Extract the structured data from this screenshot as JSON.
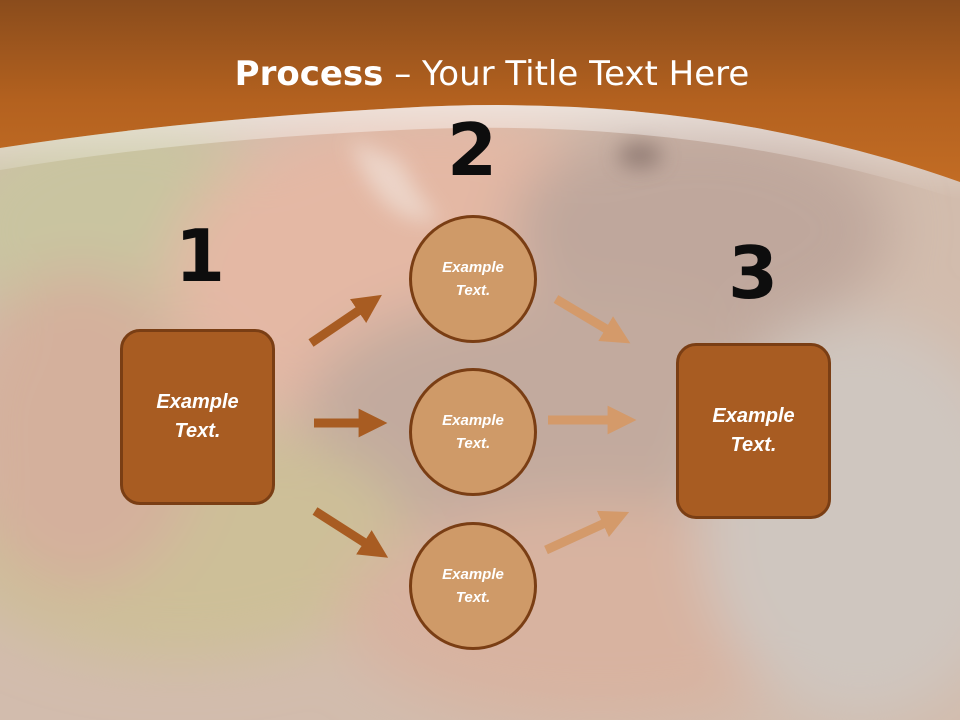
{
  "title": {
    "bold": "Process",
    "dash": " – ",
    "rest": "Your Title Text Here"
  },
  "steps": {
    "one": "1",
    "two": "2",
    "three": "3"
  },
  "box1": {
    "text": "Example Text."
  },
  "circles": [
    {
      "text": "Example Text."
    },
    {
      "text": "Example Text."
    },
    {
      "text": "Example Text."
    }
  ],
  "box3": {
    "text": "Example Text."
  },
  "colors": {
    "header": "#b3601f",
    "box_fill": "#a85c22",
    "box_border": "#7a3e14",
    "circle_fill": "#cf9a68",
    "arrow_dark": "#a85c22",
    "arrow_light": "#d49a6a",
    "number": "#0d0d0d"
  }
}
